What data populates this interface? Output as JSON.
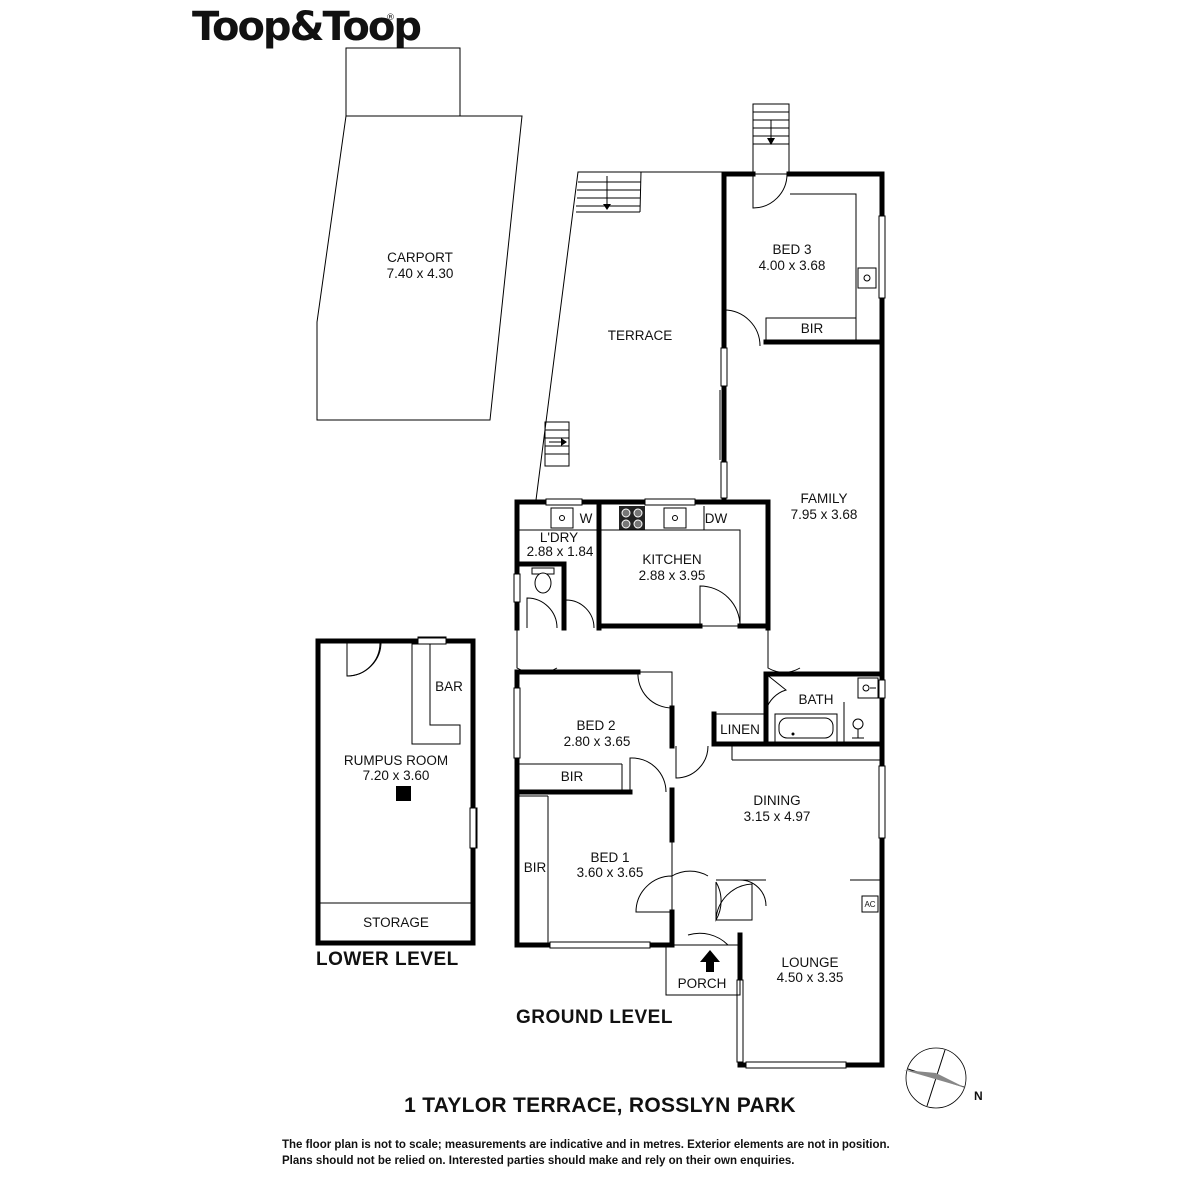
{
  "brand": {
    "name": "Toop&Toop",
    "registered": "®"
  },
  "rooms": {
    "carport": {
      "name": "CARPORT",
      "size": "7.40 x 4.30"
    },
    "terrace": {
      "name": "TERRACE"
    },
    "bed3": {
      "name": "BED 3",
      "size": "4.00 x 3.68",
      "bir": "BIR"
    },
    "family": {
      "name": "FAMILY",
      "size": "7.95 x 3.68"
    },
    "laundry": {
      "name": "L'DRY",
      "size": "2.88 x 1.84",
      "w": "W"
    },
    "kitchen": {
      "name": "KITCHEN",
      "size": "2.88 x 3.95",
      "dw": "DW"
    },
    "bath": {
      "name": "BATH"
    },
    "linen": {
      "name": "LINEN"
    },
    "bed2": {
      "name": "BED 2",
      "size": "2.80 x 3.65",
      "bir": "BIR"
    },
    "bed1": {
      "name": "BED 1",
      "size": "3.60 x 3.65",
      "bir": "BIR"
    },
    "dining": {
      "name": "DINING",
      "size": "3.15 x 4.97"
    },
    "lounge": {
      "name": "LOUNGE",
      "size": "4.50 x 3.35",
      "ac": "AC"
    },
    "porch": {
      "name": "PORCH"
    },
    "rumpus": {
      "name": "RUMPUS ROOM",
      "size": "7.20 x 3.60",
      "bar": "BAR",
      "storage": "STORAGE"
    }
  },
  "levels": {
    "lower": "LOWER LEVEL",
    "ground": "GROUND LEVEL"
  },
  "address": "1 TAYLOR TERRACE, ROSSLYN PARK",
  "compass": {
    "north_label": "N"
  },
  "disclaimer": {
    "line1": "The floor plan is not to scale; measurements are indicative and in metres. Exterior elements are not in position.",
    "line2": "Plans should not be relied on. Interested parties should make and rely on their own enquiries."
  }
}
